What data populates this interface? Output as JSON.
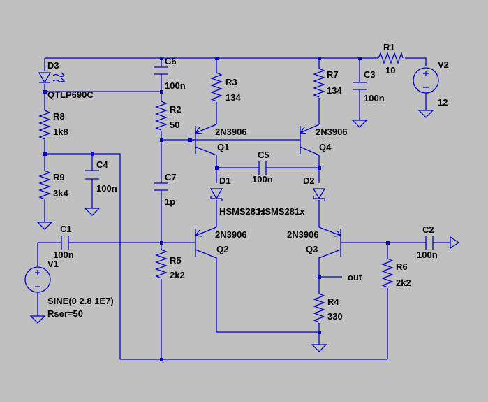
{
  "components": {
    "D3": {
      "ref": "D3",
      "value": "QTLP690C"
    },
    "C6": {
      "ref": "C6",
      "value": "100n"
    },
    "R1": {
      "ref": "R1",
      "value": "10"
    },
    "V2": {
      "ref": "V2",
      "value": "12"
    },
    "R3": {
      "ref": "R3",
      "value": "134"
    },
    "R7": {
      "ref": "R7",
      "value": "134"
    },
    "C3": {
      "ref": "C3",
      "value": "100n"
    },
    "R8": {
      "ref": "R8",
      "value": "1k8"
    },
    "R2": {
      "ref": "R2",
      "value": "50"
    },
    "Q1": {
      "ref": "Q1",
      "value": "2N3906"
    },
    "Q4": {
      "ref": "Q4",
      "value": "2N3906"
    },
    "C5": {
      "ref": "C5",
      "value": "100n"
    },
    "C4": {
      "ref": "C4",
      "value": "100n"
    },
    "R9": {
      "ref": "R9",
      "value": "3k4"
    },
    "C7": {
      "ref": "C7",
      "value": "1p"
    },
    "D1": {
      "ref": "D1",
      "value": "HSMS281x"
    },
    "D2": {
      "ref": "D2",
      "value": "HSMS281x"
    },
    "C1": {
      "ref": "C1",
      "value": "100n"
    },
    "Q2": {
      "ref": "Q2",
      "value": "2N3906"
    },
    "Q3": {
      "ref": "Q3",
      "value": "2N3906"
    },
    "C2": {
      "ref": "C2",
      "value": "100n"
    },
    "V1": {
      "ref": "V1",
      "value": "SINE(0 2.8 1E7)",
      "extra": "Rser=50"
    },
    "R5": {
      "ref": "R5",
      "value": "2k2"
    },
    "R6": {
      "ref": "R6",
      "value": "2k2"
    },
    "R4": {
      "ref": "R4",
      "value": "330"
    }
  },
  "nets": {
    "out": "out"
  }
}
